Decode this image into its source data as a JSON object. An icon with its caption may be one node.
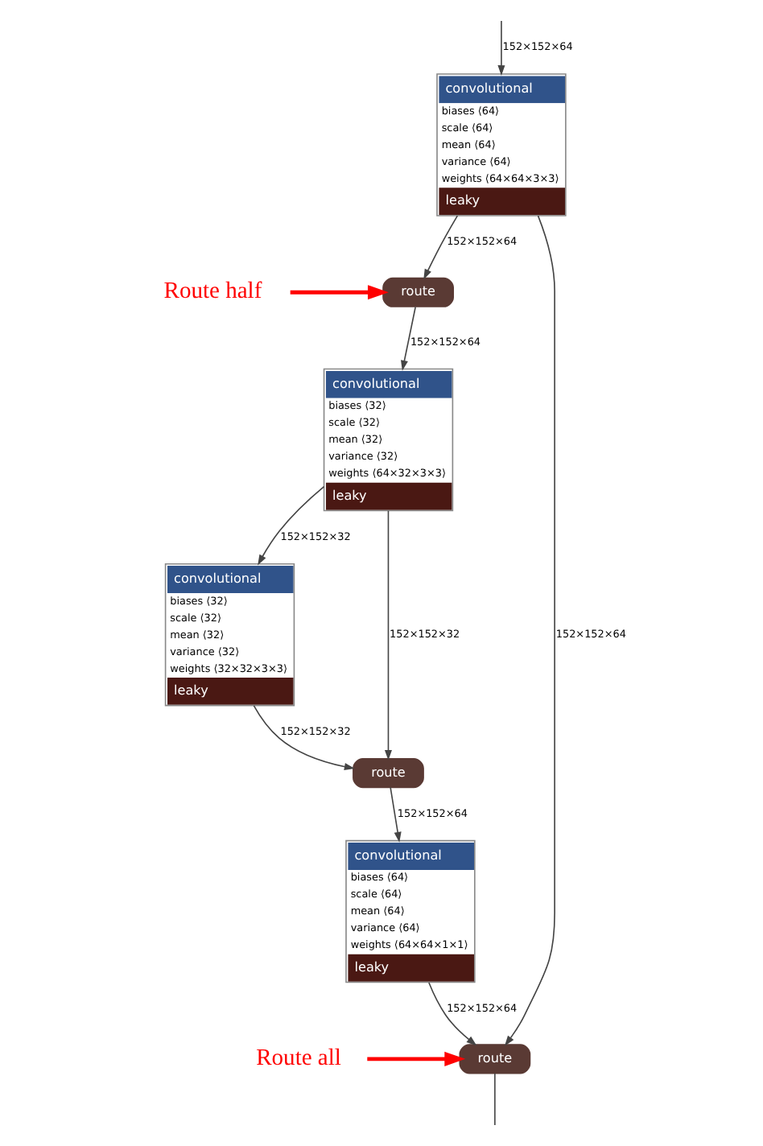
{
  "diagram": {
    "nodes": [
      {
        "text": [
          "convolutional",
          "biases ⟨64⟩",
          "scale ⟨64⟩",
          "mean ⟨64⟩",
          "variance ⟨64⟩",
          "weights ⟨64×64×3×3⟩",
          "leaky"
        ]
      },
      {
        "text": [
          "route"
        ]
      },
      {
        "text": [
          "convolutional",
          "biases ⟨32⟩",
          "scale ⟨32⟩",
          "mean ⟨32⟩",
          "variance ⟨32⟩",
          "weights ⟨64×32×3×3⟩",
          "leaky"
        ]
      },
      {
        "text": [
          "convolutional",
          "biases ⟨32⟩",
          "scale ⟨32⟩",
          "mean ⟨32⟩",
          "variance ⟨32⟩",
          "weights ⟨32×32×3×3⟩",
          "leaky"
        ]
      },
      {
        "text": [
          "route"
        ]
      },
      {
        "text": [
          "convolutional",
          "biases ⟨64⟩",
          "scale ⟨64⟩",
          "mean ⟨64⟩",
          "variance ⟨64⟩",
          "weights ⟨64×64×1×1⟩",
          "leaky"
        ]
      },
      {
        "text": [
          "route"
        ]
      },
      {
        "text": [
          "Route half"
        ]
      },
      {
        "text": [
          "Route all"
        ]
      }
    ],
    "edges": [
      {
        "from": null,
        "to": 0,
        "arrow": "to",
        "label": "152×152×64"
      },
      {
        "from": 0,
        "to": 1,
        "arrow": "to",
        "label": "152×152×64"
      },
      {
        "from": 0,
        "to": 6,
        "arrow": "to",
        "label": "152×152×64"
      },
      {
        "from": 1,
        "to": 2,
        "arrow": "to",
        "label": "152×152×64"
      },
      {
        "from": 2,
        "to": 4,
        "arrow": "to",
        "label": "152×152×32"
      },
      {
        "from": 2,
        "to": 3,
        "arrow": "to",
        "label": "152×152×32"
      },
      {
        "from": 3,
        "to": 4,
        "arrow": "to",
        "label": "152×152×32"
      },
      {
        "from": 4,
        "to": 5,
        "arrow": "to",
        "label": "152×152×64"
      },
      {
        "from": 5,
        "to": 6,
        "arrow": "to",
        "label": "152×152×64"
      },
      {
        "from": 6,
        "to": null,
        "arrow": "none"
      },
      {
        "from": 7,
        "to": 1,
        "arrow": "to",
        "style": "thick",
        "color": "#ff0000"
      },
      {
        "from": 8,
        "to": 6,
        "arrow": "to",
        "style": "thick",
        "color": "#ff0000"
      }
    ]
  }
}
